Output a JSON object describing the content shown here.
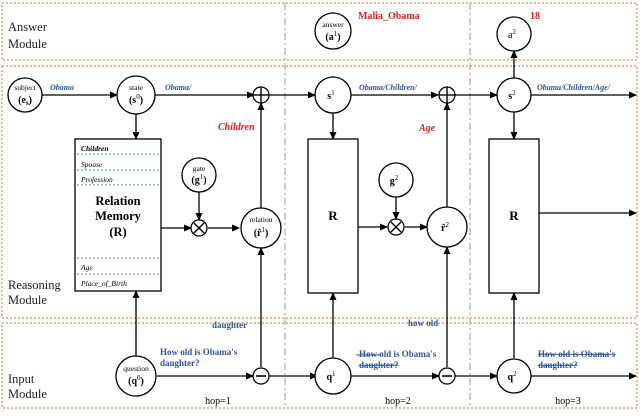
{
  "modules": {
    "answer": [
      "Answer",
      "Module"
    ],
    "reasoning": [
      "Reasoning",
      "Module"
    ],
    "input": [
      "Input",
      "Module"
    ]
  },
  "nodes": {
    "subject": {
      "small": "subject",
      "main": "(e",
      "sub": "s",
      "close": ")"
    },
    "state": {
      "small": "state",
      "main": "(s",
      "sup": "0",
      "close": ")"
    },
    "gate": {
      "small": "gate",
      "main": "(g",
      "sup": "1",
      "close": ")"
    },
    "relation": {
      "small": "relation",
      "main": "(r̂",
      "sup": "1",
      "close": ")"
    },
    "question": {
      "small": "question",
      "main": "(q",
      "sup": "0",
      "close": ")"
    },
    "answer1": {
      "small": "answer",
      "main": "(a",
      "sup": "1",
      "close": ")"
    },
    "s1": {
      "main": "s",
      "sup": "1"
    },
    "q1": {
      "main": "q",
      "sup": "1"
    },
    "g2": {
      "main": "g",
      "sup": "2"
    },
    "r2": {
      "main": "r̂",
      "sup": "2"
    },
    "a2": {
      "main": "a",
      "sup": "2"
    },
    "s2": {
      "main": "s",
      "sup": "2"
    },
    "q2": {
      "main": "q",
      "sup": "2"
    }
  },
  "memory": {
    "rows_top": [
      "Children",
      "Spouse",
      "Profession"
    ],
    "title": [
      "Relation",
      "Memory",
      "(R)"
    ],
    "rows_bottom": [
      "Age",
      "Place_of_Birth"
    ]
  },
  "r_blocks": [
    "R",
    "R"
  ],
  "annotations": {
    "obama": "Obama",
    "obama_path1": "Obama/",
    "obama_path2": "Obama/Children/",
    "obama_path3": "Obama/Children/Age/",
    "children": "Children",
    "age": "Age",
    "malia": "Malia_Obama",
    "eighteen": "18",
    "daughter": "daughter",
    "how_old": "how old",
    "q_hop1": [
      "How old is Obama's",
      "daughter?"
    ],
    "q_hop2": [
      "How old is Obama's",
      "daughter?"
    ],
    "q_hop3": [
      "How old is Obama's",
      "daughter?"
    ]
  },
  "hops": [
    "hop=1",
    "hop=2",
    "hop=3"
  ],
  "colors": {
    "blue": "#2f5597",
    "red": "#e02020",
    "dash": "#f0b68a",
    "divider": "#a9a9a9"
  }
}
